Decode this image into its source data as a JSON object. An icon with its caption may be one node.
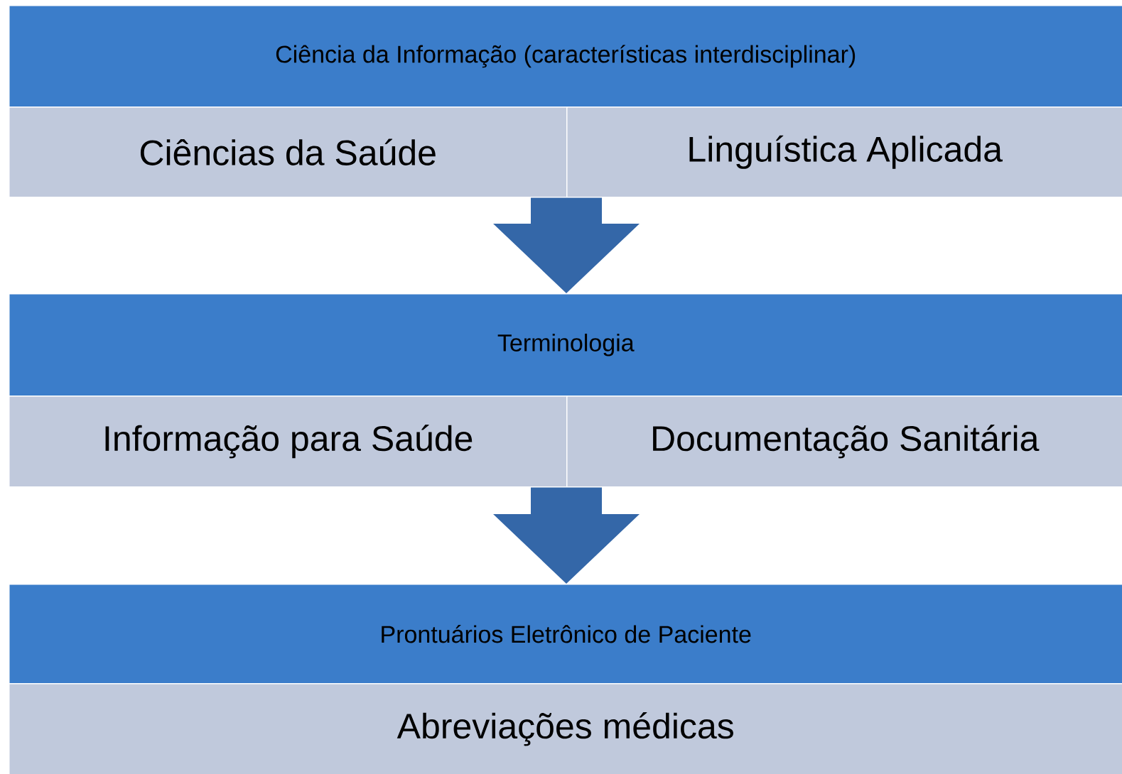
{
  "diagram": {
    "nodes": [
      {
        "text": [
          "Ciência da Informação (características interdisciplinar)"
        ]
      },
      {
        "text": [
          "Ciências da Saúde"
        ]
      },
      {
        "text": [
          "Linguística Aplicada"
        ]
      },
      {
        "text": [
          "Terminologia"
        ]
      },
      {
        "text": [
          "Informação para Saúde"
        ]
      },
      {
        "text": [
          "Documentação Sanitária"
        ]
      },
      {
        "text": [
          "Prontuários Eletrônico de Paciente"
        ]
      },
      {
        "text": [
          "Abreviações médicas"
        ]
      }
    ],
    "edges": [
      {
        "from": 1,
        "to": 3,
        "arrow": "to"
      },
      {
        "from": 2,
        "to": 3,
        "arrow": "to"
      },
      {
        "from": 4,
        "to": 6,
        "arrow": "to"
      },
      {
        "from": 5,
        "to": 6,
        "arrow": "to"
      }
    ]
  }
}
